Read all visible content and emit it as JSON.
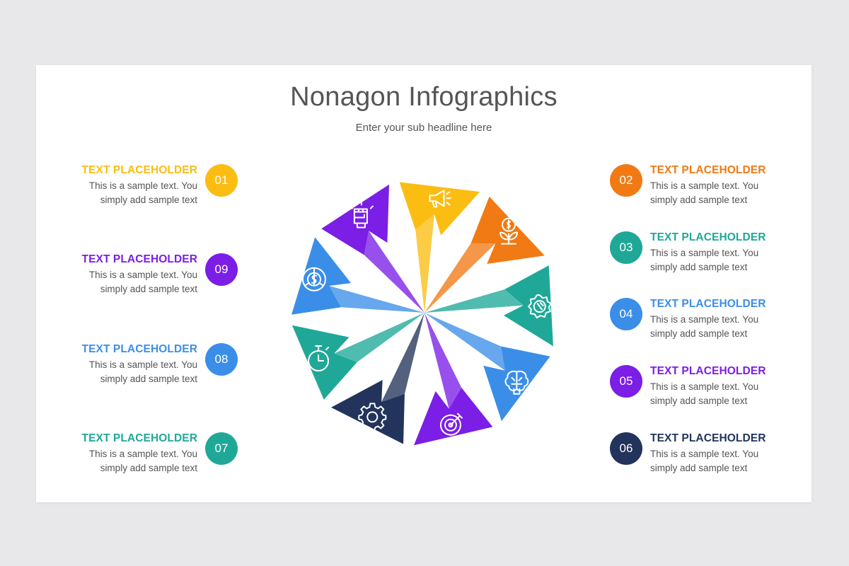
{
  "title": "Nonagon Infographics",
  "subtitle": "Enter your sub headline here",
  "items": [
    {
      "number": "01",
      "heading": "TEXT PLACEHOLDER",
      "line1": "This is a sample text. You",
      "line2": "simply add sample text",
      "color": "#fbbd12",
      "icon": "megaphone-icon"
    },
    {
      "number": "02",
      "heading": "TEXT PLACEHOLDER",
      "line1": "This is a sample text. You",
      "line2": "simply add sample text",
      "color": "#f17a14",
      "icon": "money-plant-icon"
    },
    {
      "number": "03",
      "heading": "TEXT PLACEHOLDER",
      "line1": "This is a sample text. You",
      "line2": "simply add sample text",
      "color": "#1fa898",
      "icon": "gear-wrench-icon"
    },
    {
      "number": "04",
      "heading": "TEXT PLACEHOLDER",
      "line1": "This is a sample text. You",
      "line2": "simply add sample text",
      "color": "#3b8ee8",
      "icon": "brain-icon"
    },
    {
      "number": "05",
      "heading": "TEXT PLACEHOLDER",
      "line1": "This is a sample text. You",
      "line2": "simply add sample text",
      "color": "#7b1ee6",
      "icon": "target-icon"
    },
    {
      "number": "06",
      "heading": "TEXT PLACEHOLDER",
      "line1": "This is a sample text. You",
      "line2": "simply add sample text",
      "color": "#22345b",
      "icon": "gear-icon"
    },
    {
      "number": "07",
      "heading": "TEXT PLACEHOLDER",
      "line1": "This is a sample text. You",
      "line2": "simply add sample text",
      "color": "#1fa898",
      "icon": "stopwatch-icon"
    },
    {
      "number": "08",
      "heading": "TEXT PLACEHOLDER",
      "line1": "This is a sample text. You",
      "line2": "simply add sample text",
      "color": "#3b8ee8",
      "icon": "pie-dollar-icon"
    },
    {
      "number": "09",
      "heading": "TEXT PLACEHOLDER",
      "line1": "This is a sample text. You",
      "line2": "simply add sample text",
      "color": "#7b1ee6",
      "icon": "fist-icon"
    }
  ]
}
